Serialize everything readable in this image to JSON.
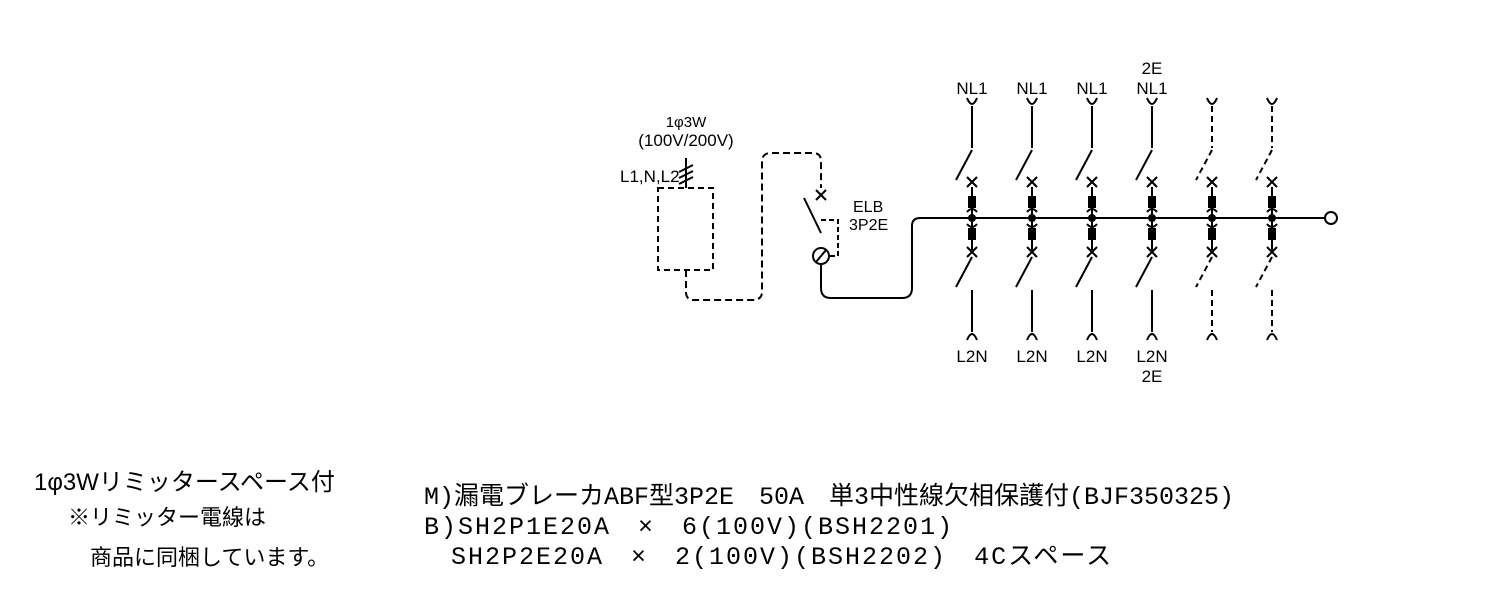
{
  "supply": {
    "phase": "1φ3W",
    "voltage": "(100V/200V)",
    "lines": "L1,N,L2"
  },
  "main_breaker": {
    "line1": "ELB",
    "line2": "3P2E"
  },
  "branches_top": [
    "NL1",
    "NL1",
    "NL1",
    "NL1"
  ],
  "branch4_top_extra": "2E",
  "branches_bottom": [
    "L2N",
    "L2N",
    "L2N",
    "L2N"
  ],
  "branch4_bottom_extra": "2E",
  "limiter_note": {
    "line1": "1φ3Wリミッタースペース付",
    "line2": "※リミッター電線は",
    "line3": "商品に同梱しています。"
  },
  "spec": {
    "line1": "M)漏電ブレーカABF型3P2E　50A　単3中性線欠相保護付(BJF350325)",
    "line2": "B)SH2P1E20A　×　6(100V)(BSH2201)",
    "line3": "　SH2P2E20A　×　2(100V)(BSH2202)　4Cスペース"
  }
}
